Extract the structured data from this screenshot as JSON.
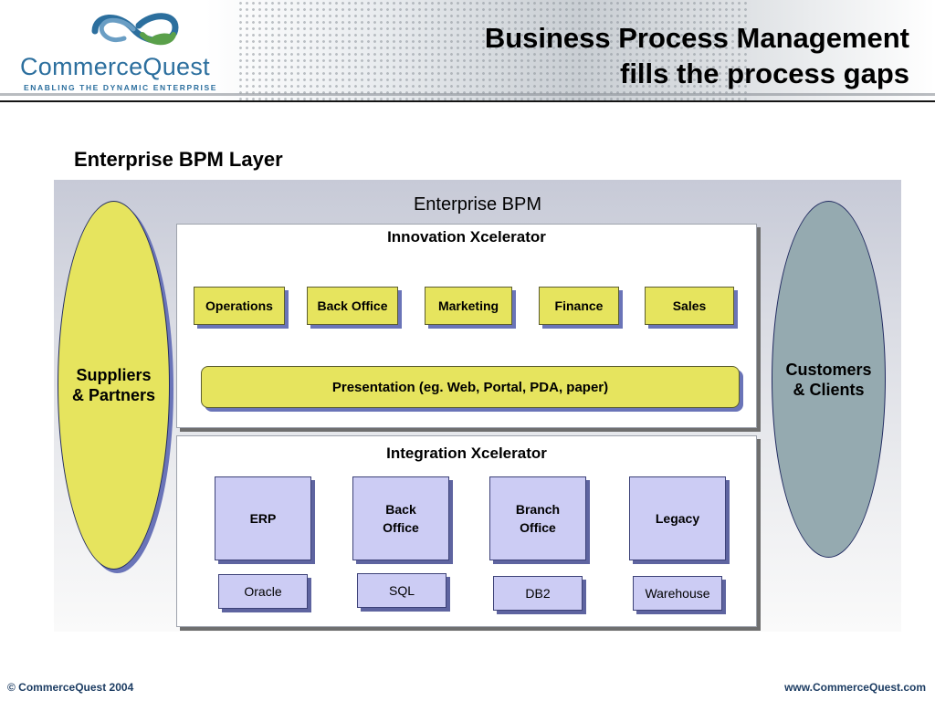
{
  "header": {
    "logo": {
      "name": "CommerceQuest",
      "tagline": "ENABLING THE DYNAMIC ENTERPRISE",
      "mark_icon": "infinity-swirl-icon",
      "colors": {
        "blue": "#2c6f9e",
        "green": "#5aa04a"
      }
    },
    "title_lines": [
      "Business Process Management",
      "fills the process gaps"
    ]
  },
  "section_title": "Enterprise BPM Layer",
  "diagram": {
    "title": "Enterprise BPM",
    "suppliers": {
      "lines": [
        "Suppliers",
        "& Partners"
      ],
      "color": "#e6e45e"
    },
    "customers": {
      "lines": [
        "Customers",
        "& Clients"
      ],
      "color": "#95aab0"
    },
    "innovation": {
      "title": "Innovation Xcelerator",
      "functions": [
        "Operations",
        "Back Office",
        "Marketing",
        "Finance",
        "Sales"
      ],
      "presentation": "Presentation (eg. Web, Portal, PDA, paper)"
    },
    "integration": {
      "title": "Integration Xcelerator",
      "systems": [
        {
          "lines": [
            "ERP"
          ]
        },
        {
          "lines": [
            "Back",
            "Office"
          ]
        },
        {
          "lines": [
            "Branch",
            "Office"
          ]
        },
        {
          "lines": [
            "Legacy"
          ]
        }
      ],
      "databases": [
        "Oracle",
        "SQL",
        "DB2",
        "Warehouse"
      ]
    },
    "colors": {
      "yellow_box": "#e6e45e",
      "system_box": "#ccccf4"
    }
  },
  "footer": {
    "copyright": "© CommerceQuest 2004",
    "url": "www.CommerceQuest.com"
  }
}
